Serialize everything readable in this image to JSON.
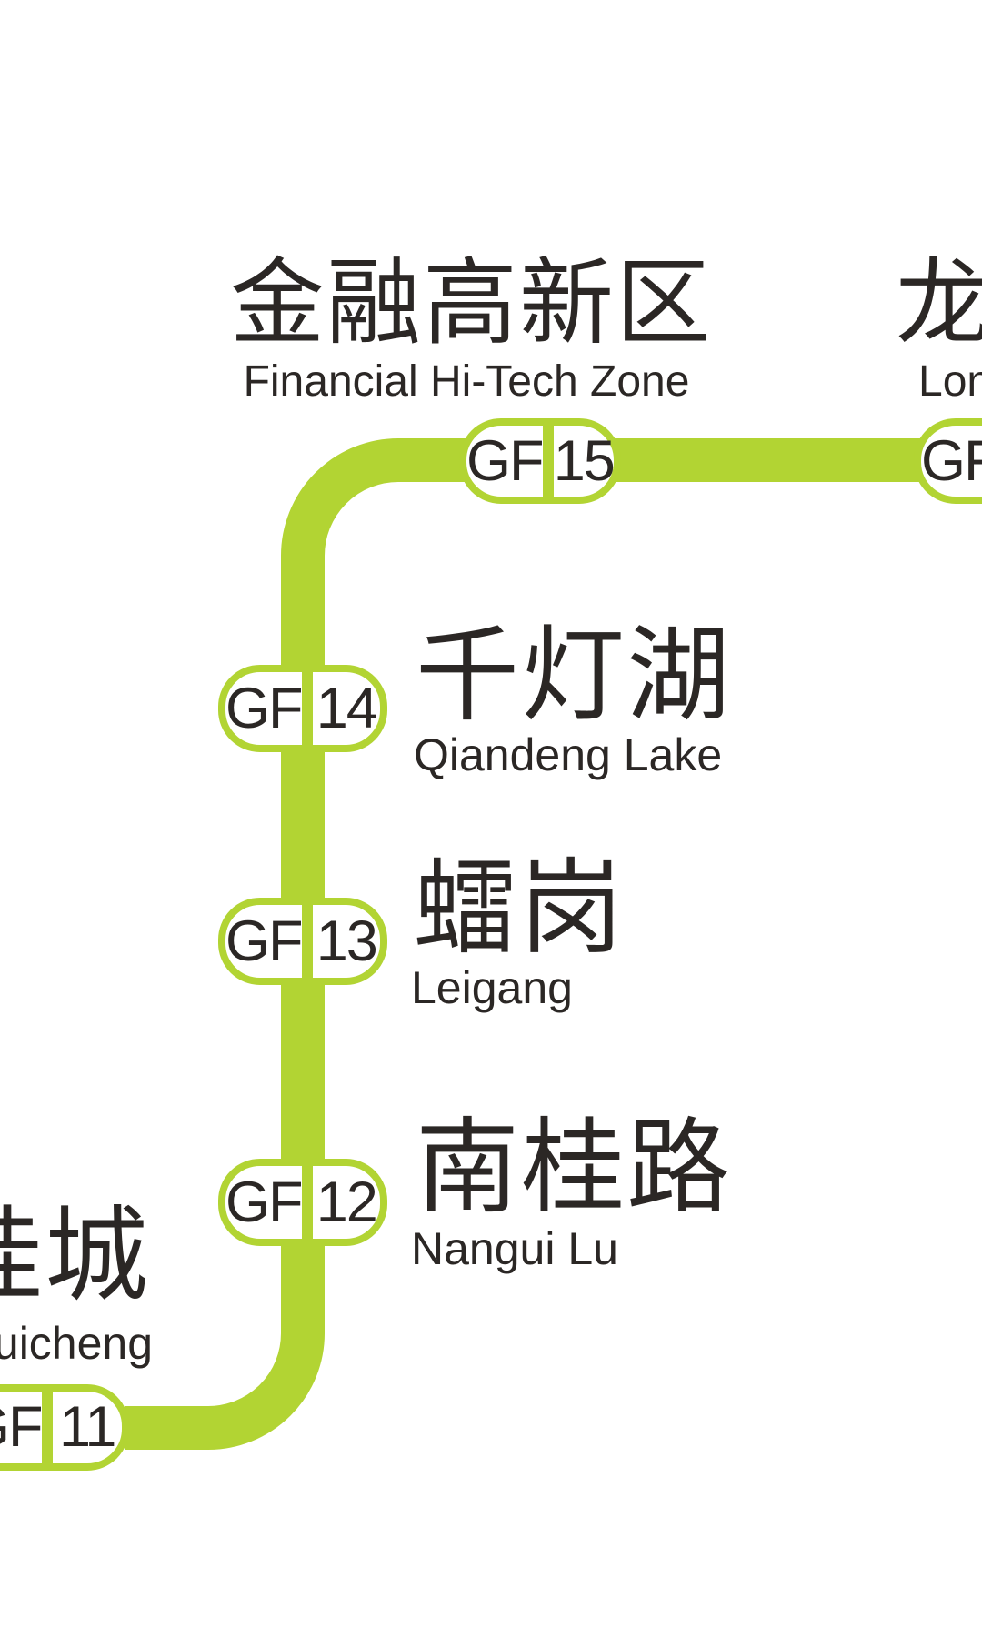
{
  "line": {
    "id": "guangfo-line",
    "color": "#b2d433",
    "badge_fill": "#ffffff",
    "text_color": "#2b2725"
  },
  "stations": [
    {
      "id": "gf15",
      "badge_prefix": "GF",
      "badge_number": "15",
      "name_zh": "金融高新区",
      "name_en": "Financial Hi-Tech Zone"
    },
    {
      "id": "gf16",
      "badge_prefix": "GF",
      "badge_number": "",
      "name_zh": "龙",
      "name_en": "Lon"
    },
    {
      "id": "gf14",
      "badge_prefix": "GF",
      "badge_number": "14",
      "name_zh": "千灯湖",
      "name_en": "Qiandeng Lake"
    },
    {
      "id": "gf13",
      "badge_prefix": "GF",
      "badge_number": "13",
      "name_zh": "𧒽岗",
      "name_en": "Leigang"
    },
    {
      "id": "gf12",
      "badge_prefix": "GF",
      "badge_number": "12",
      "name_zh": "南桂路",
      "name_en": "Nangui Lu"
    },
    {
      "id": "gf11",
      "badge_prefix": "GF",
      "badge_number": "11",
      "name_zh": "桂城",
      "name_en": "Guicheng"
    }
  ]
}
